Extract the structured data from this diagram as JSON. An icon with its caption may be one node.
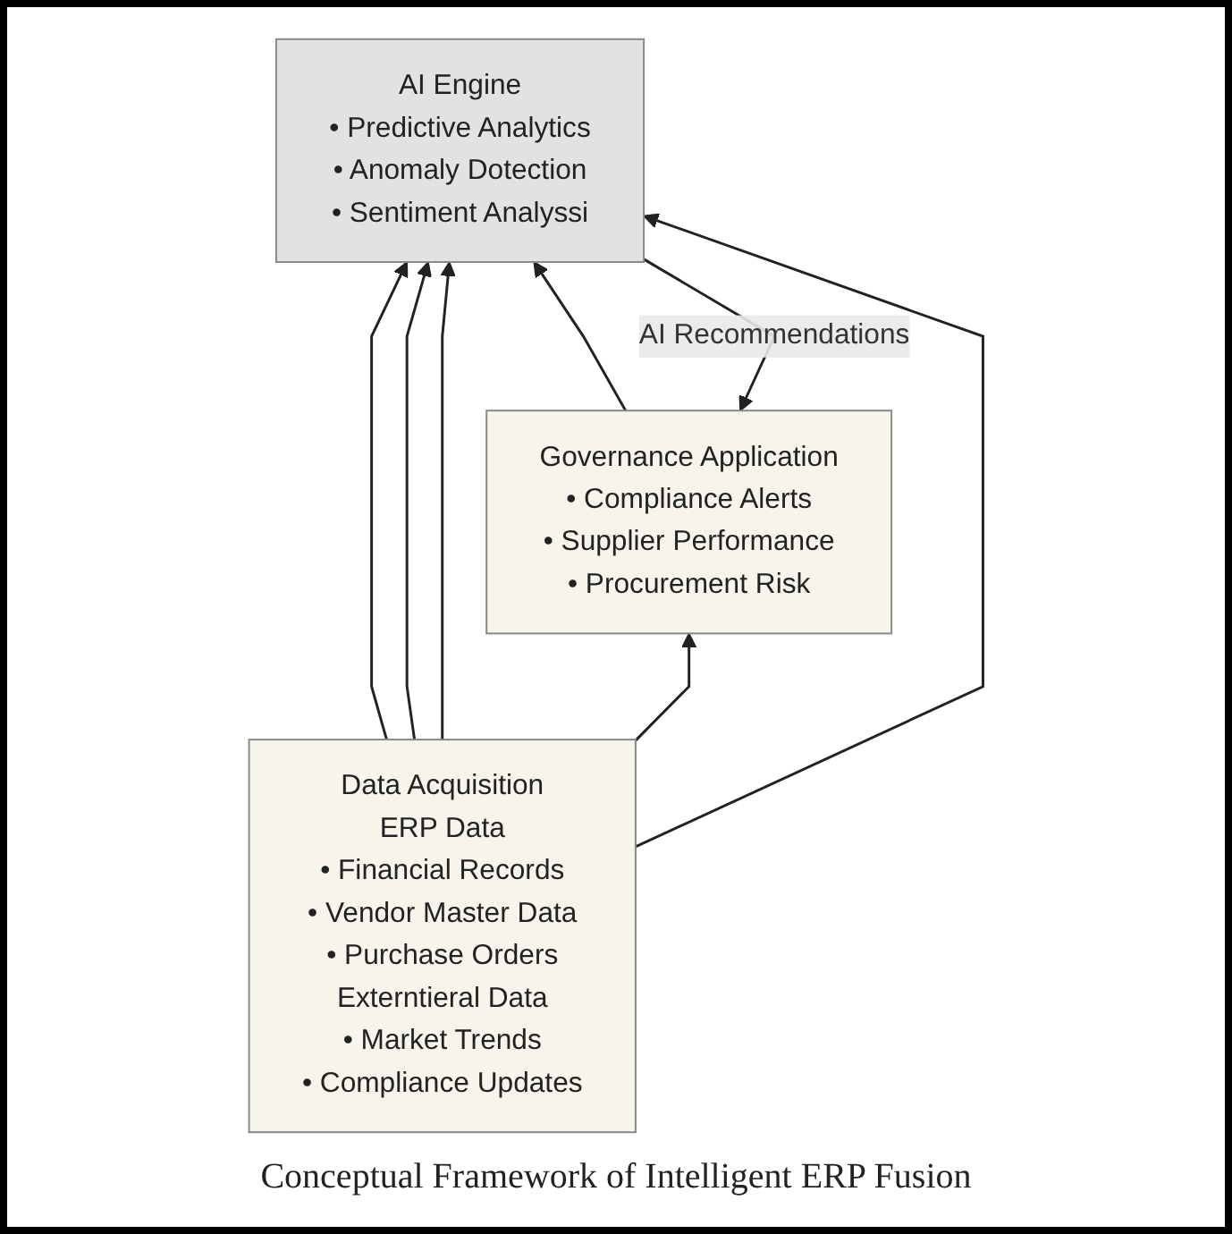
{
  "diagram": {
    "caption": "Conceptual Framework of Intelligent ERP Fusion",
    "nodes": [
      {
        "text": [
          "Governance Application",
          "• Compliance Alerts",
          "• Supplier Performance",
          "• Procurement Risk"
        ]
      },
      {
        "text": [
          "AI Engine",
          "• Predictive Analytics",
          "• Anomaly Dotection",
          "• Sentiment Analyssi"
        ]
      },
      {
        "text": [
          "Data Acquisition",
          "ERP Data",
          "• Financial Records",
          "• Vendor Master Data",
          "• Purchase Orders",
          "Externtieral Data",
          "• Market Trends",
          "• Compliance Updates"
        ]
      }
    ],
    "edges": [
      {
        "from": 1,
        "to": 0,
        "arrow": "to",
        "label": "AI Recommendations"
      },
      {
        "from": 2,
        "to": 1,
        "arrow": "to"
      },
      {
        "from": 2,
        "to": 1,
        "arrow": "to"
      },
      {
        "from": 2,
        "to": 1,
        "arrow": "to"
      },
      {
        "from": 2,
        "to": 0,
        "arrow": "to"
      },
      {
        "from": 0,
        "to": 1,
        "arrow": "to"
      },
      {
        "from": 2,
        "to": 1,
        "arrow": "to"
      }
    ]
  }
}
